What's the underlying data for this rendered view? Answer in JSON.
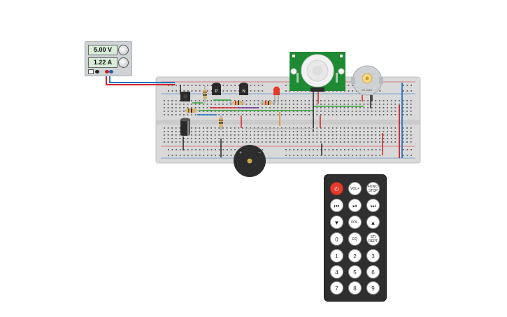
{
  "power_supply": {
    "voltage": "5.00 V",
    "current": "1.22 A"
  },
  "remote": {
    "buttons": [
      {
        "id": "power",
        "label": "⏻",
        "kind": "red"
      },
      {
        "id": "vol-up",
        "label": "VOL+",
        "kind": "small"
      },
      {
        "id": "func-stop",
        "label": "FUNC/ STOP",
        "kind": "small"
      },
      {
        "id": "prev",
        "label": "⏮",
        "kind": ""
      },
      {
        "id": "play-pause",
        "label": "⏯",
        "kind": ""
      },
      {
        "id": "next",
        "label": "⏭",
        "kind": ""
      },
      {
        "id": "down",
        "label": "▼",
        "kind": ""
      },
      {
        "id": "vol-down",
        "label": "VOL-",
        "kind": "small"
      },
      {
        "id": "up",
        "label": "▲",
        "kind": ""
      },
      {
        "id": "zero",
        "label": "0",
        "kind": ""
      },
      {
        "id": "eq",
        "label": "EQ",
        "kind": "small"
      },
      {
        "id": "st-rept",
        "label": "ST/ REPT",
        "kind": "small"
      },
      {
        "id": "one",
        "label": "1",
        "kind": ""
      },
      {
        "id": "two",
        "label": "2",
        "kind": ""
      },
      {
        "id": "three",
        "label": "3",
        "kind": ""
      },
      {
        "id": "four",
        "label": "4",
        "kind": ""
      },
      {
        "id": "five",
        "label": "5",
        "kind": ""
      },
      {
        "id": "six",
        "label": "6",
        "kind": ""
      },
      {
        "id": "seven",
        "label": "7",
        "kind": ""
      },
      {
        "id": "eight",
        "label": "8",
        "kind": ""
      },
      {
        "id": "nine",
        "label": "9",
        "kind": ""
      }
    ]
  },
  "transistors": {
    "p_label": "P",
    "n_label": "N"
  },
  "buzzer": {
    "plus": "+",
    "minus": "−"
  },
  "motor": {
    "label": "DC motor"
  },
  "colors": {
    "breadboard": "#d9d9d9",
    "wire_red": "#d32222",
    "wire_blue": "#1f73c8",
    "wire_green": "#2ea32e",
    "pir_board": "#1f8a34",
    "remote_body": "#2f2f2f"
  }
}
